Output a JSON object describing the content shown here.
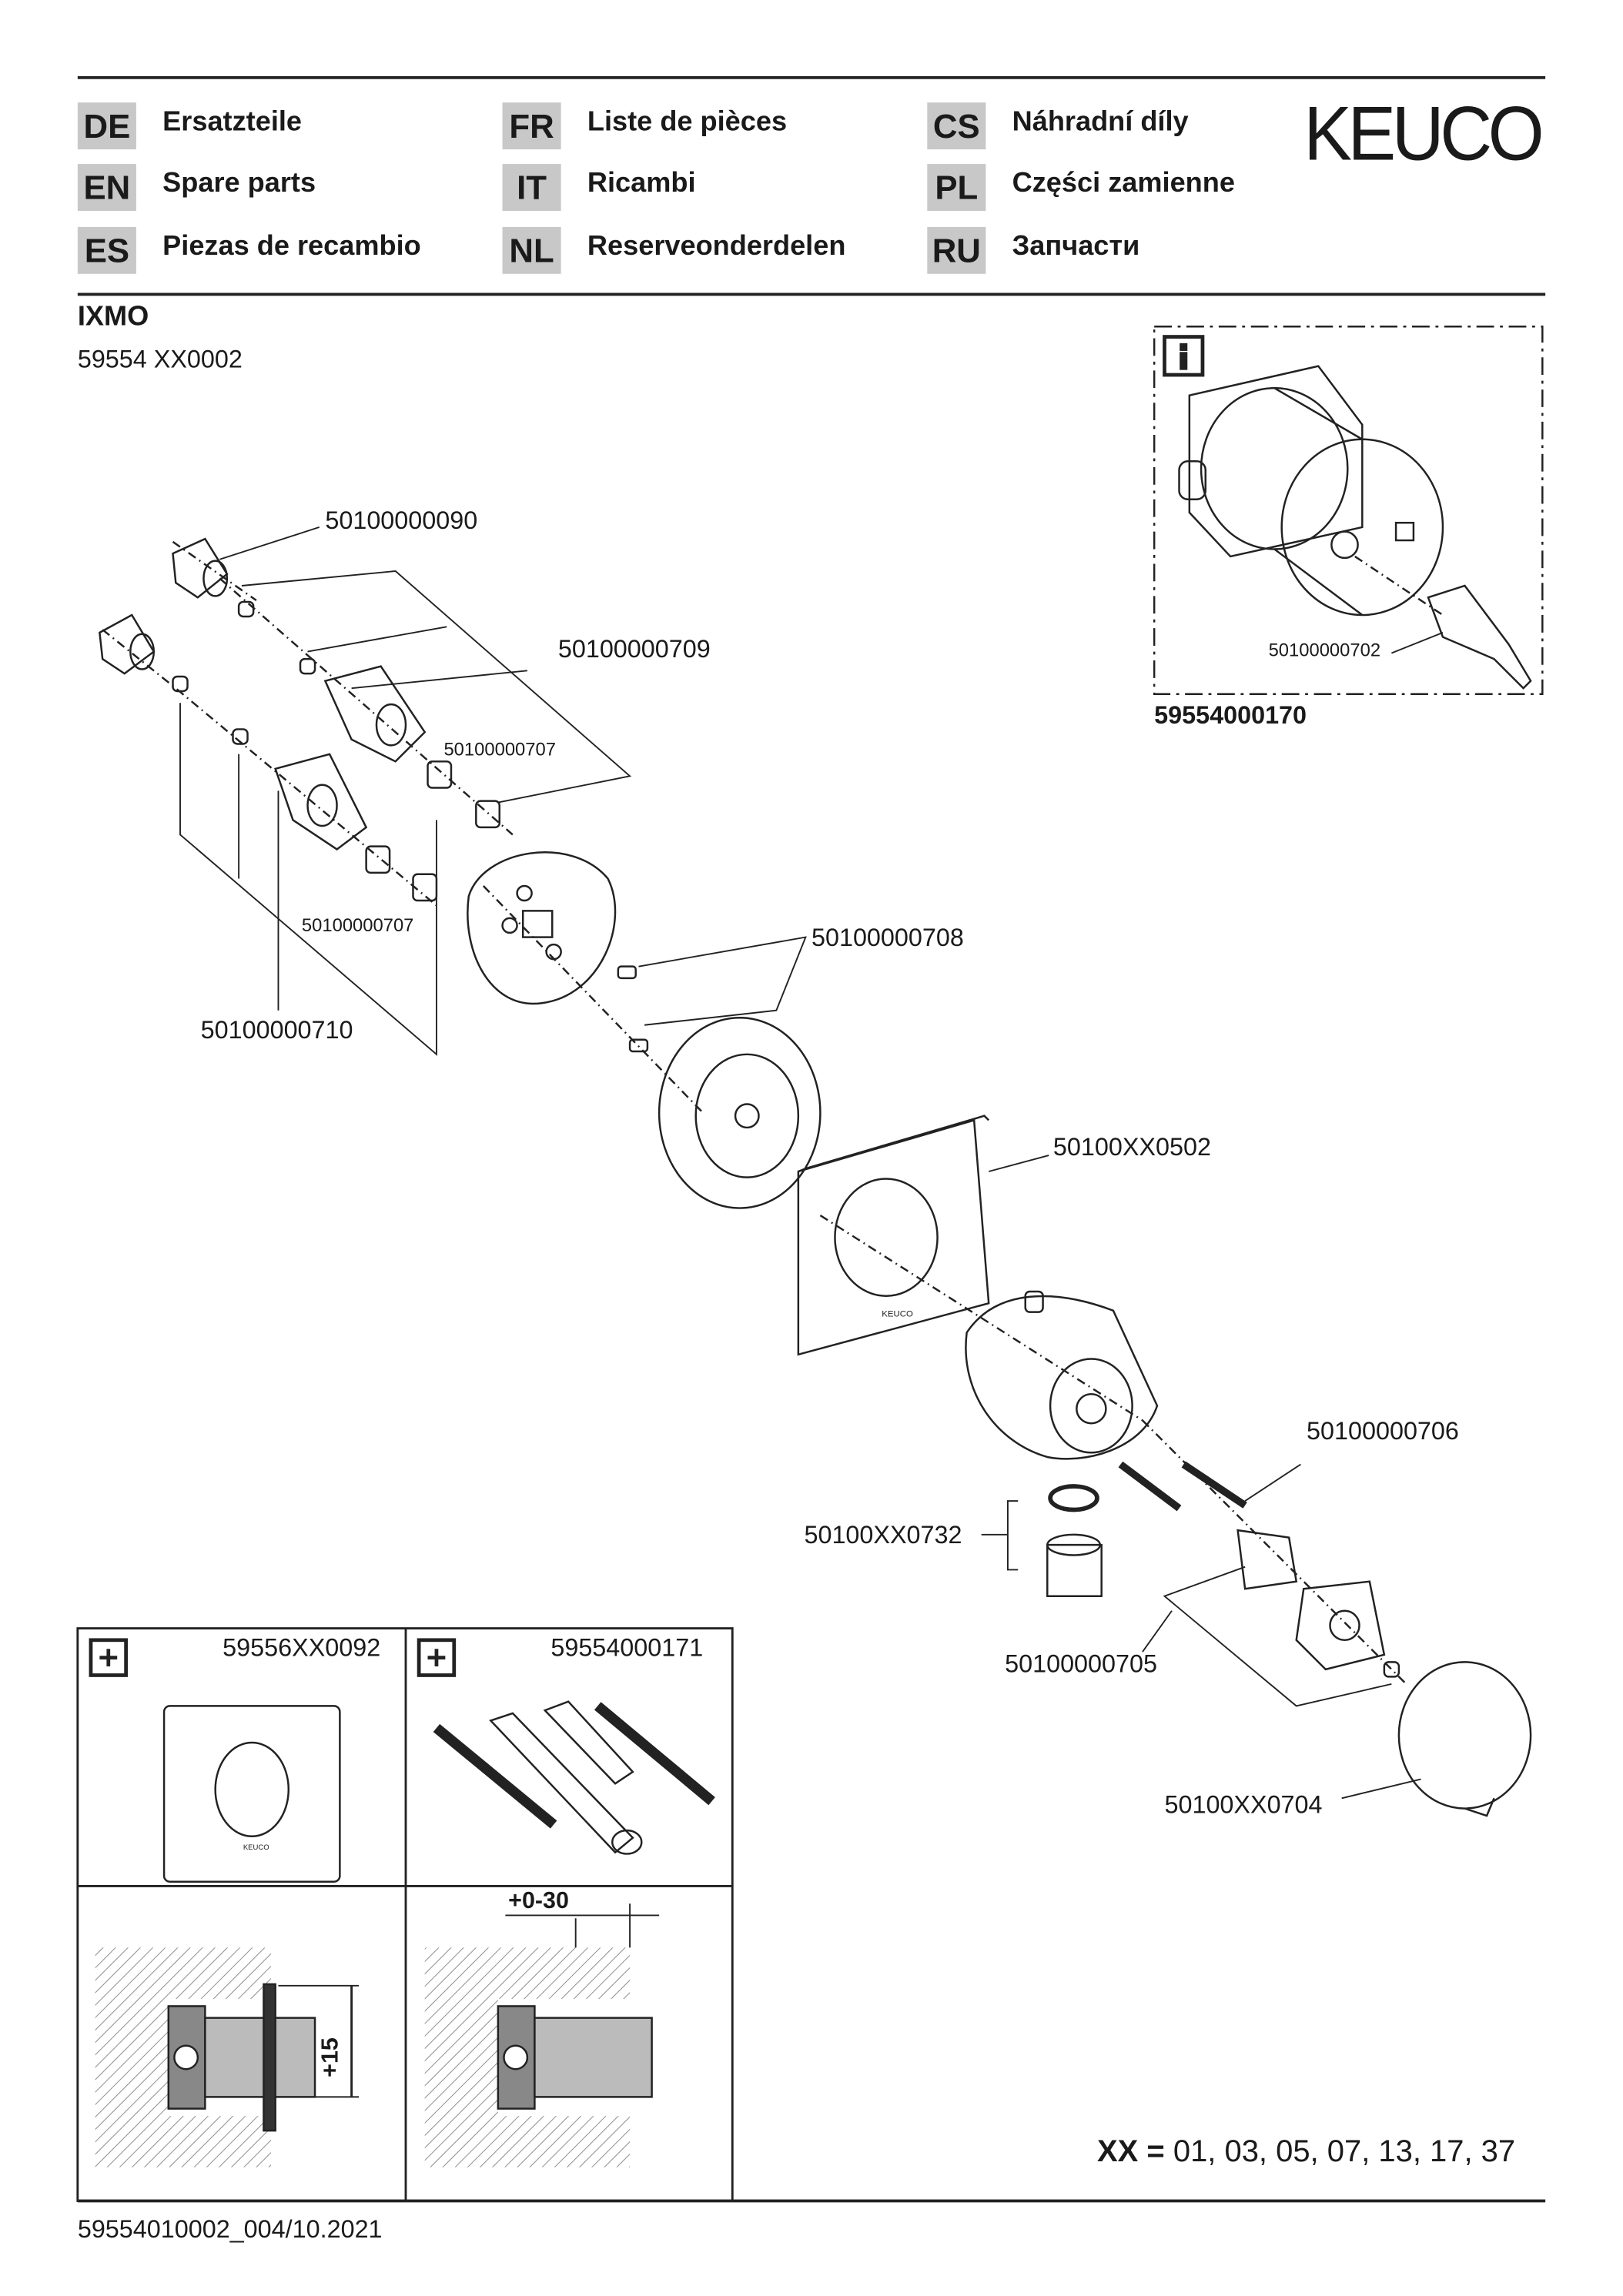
{
  "header": {
    "languages": [
      {
        "code": "DE",
        "label": "Ersatzteile"
      },
      {
        "code": "EN",
        "label": "Spare parts"
      },
      {
        "code": "ES",
        "label": "Piezas de recambio"
      },
      {
        "code": "FR",
        "label": "Liste de pièces"
      },
      {
        "code": "IT",
        "label": "Ricambi"
      },
      {
        "code": "NL",
        "label": "Reserveonderdelen"
      },
      {
        "code": "CS",
        "label": "Náhradní díly"
      },
      {
        "code": "PL",
        "label": "Części zamienne"
      },
      {
        "code": "RU",
        "label": "Запчасти"
      }
    ],
    "logo": "KEUCO"
  },
  "product": {
    "name": "IXMO",
    "number": "59554 XX0002"
  },
  "info_box": {
    "icon": "info-icon",
    "part_label": "50100000702",
    "caption": "59554000170"
  },
  "parts": {
    "p090": "50100000090",
    "p709": "50100000709",
    "p707a": "50100000707",
    "p707b": "50100000707",
    "p708": "50100000708",
    "p710": "50100000710",
    "p502": "50100XX0502",
    "p706": "50100000706",
    "p732": "50100XX0732",
    "p705": "50100000705",
    "p704": "50100XX0704"
  },
  "accessories": {
    "left_label": "59556XX0092",
    "right_label": "59554000171",
    "left_icon": "plus-icon",
    "right_icon": "plus-icon",
    "plate_logo": "KEUCO",
    "dim_left": "+15",
    "dim_right": "+0-30"
  },
  "variants": {
    "prefix": "XX =",
    "values": "01, 03, 05, 07, 13, 17, 37"
  },
  "footer": {
    "doc_number": "59554010002_004/10.2021"
  }
}
